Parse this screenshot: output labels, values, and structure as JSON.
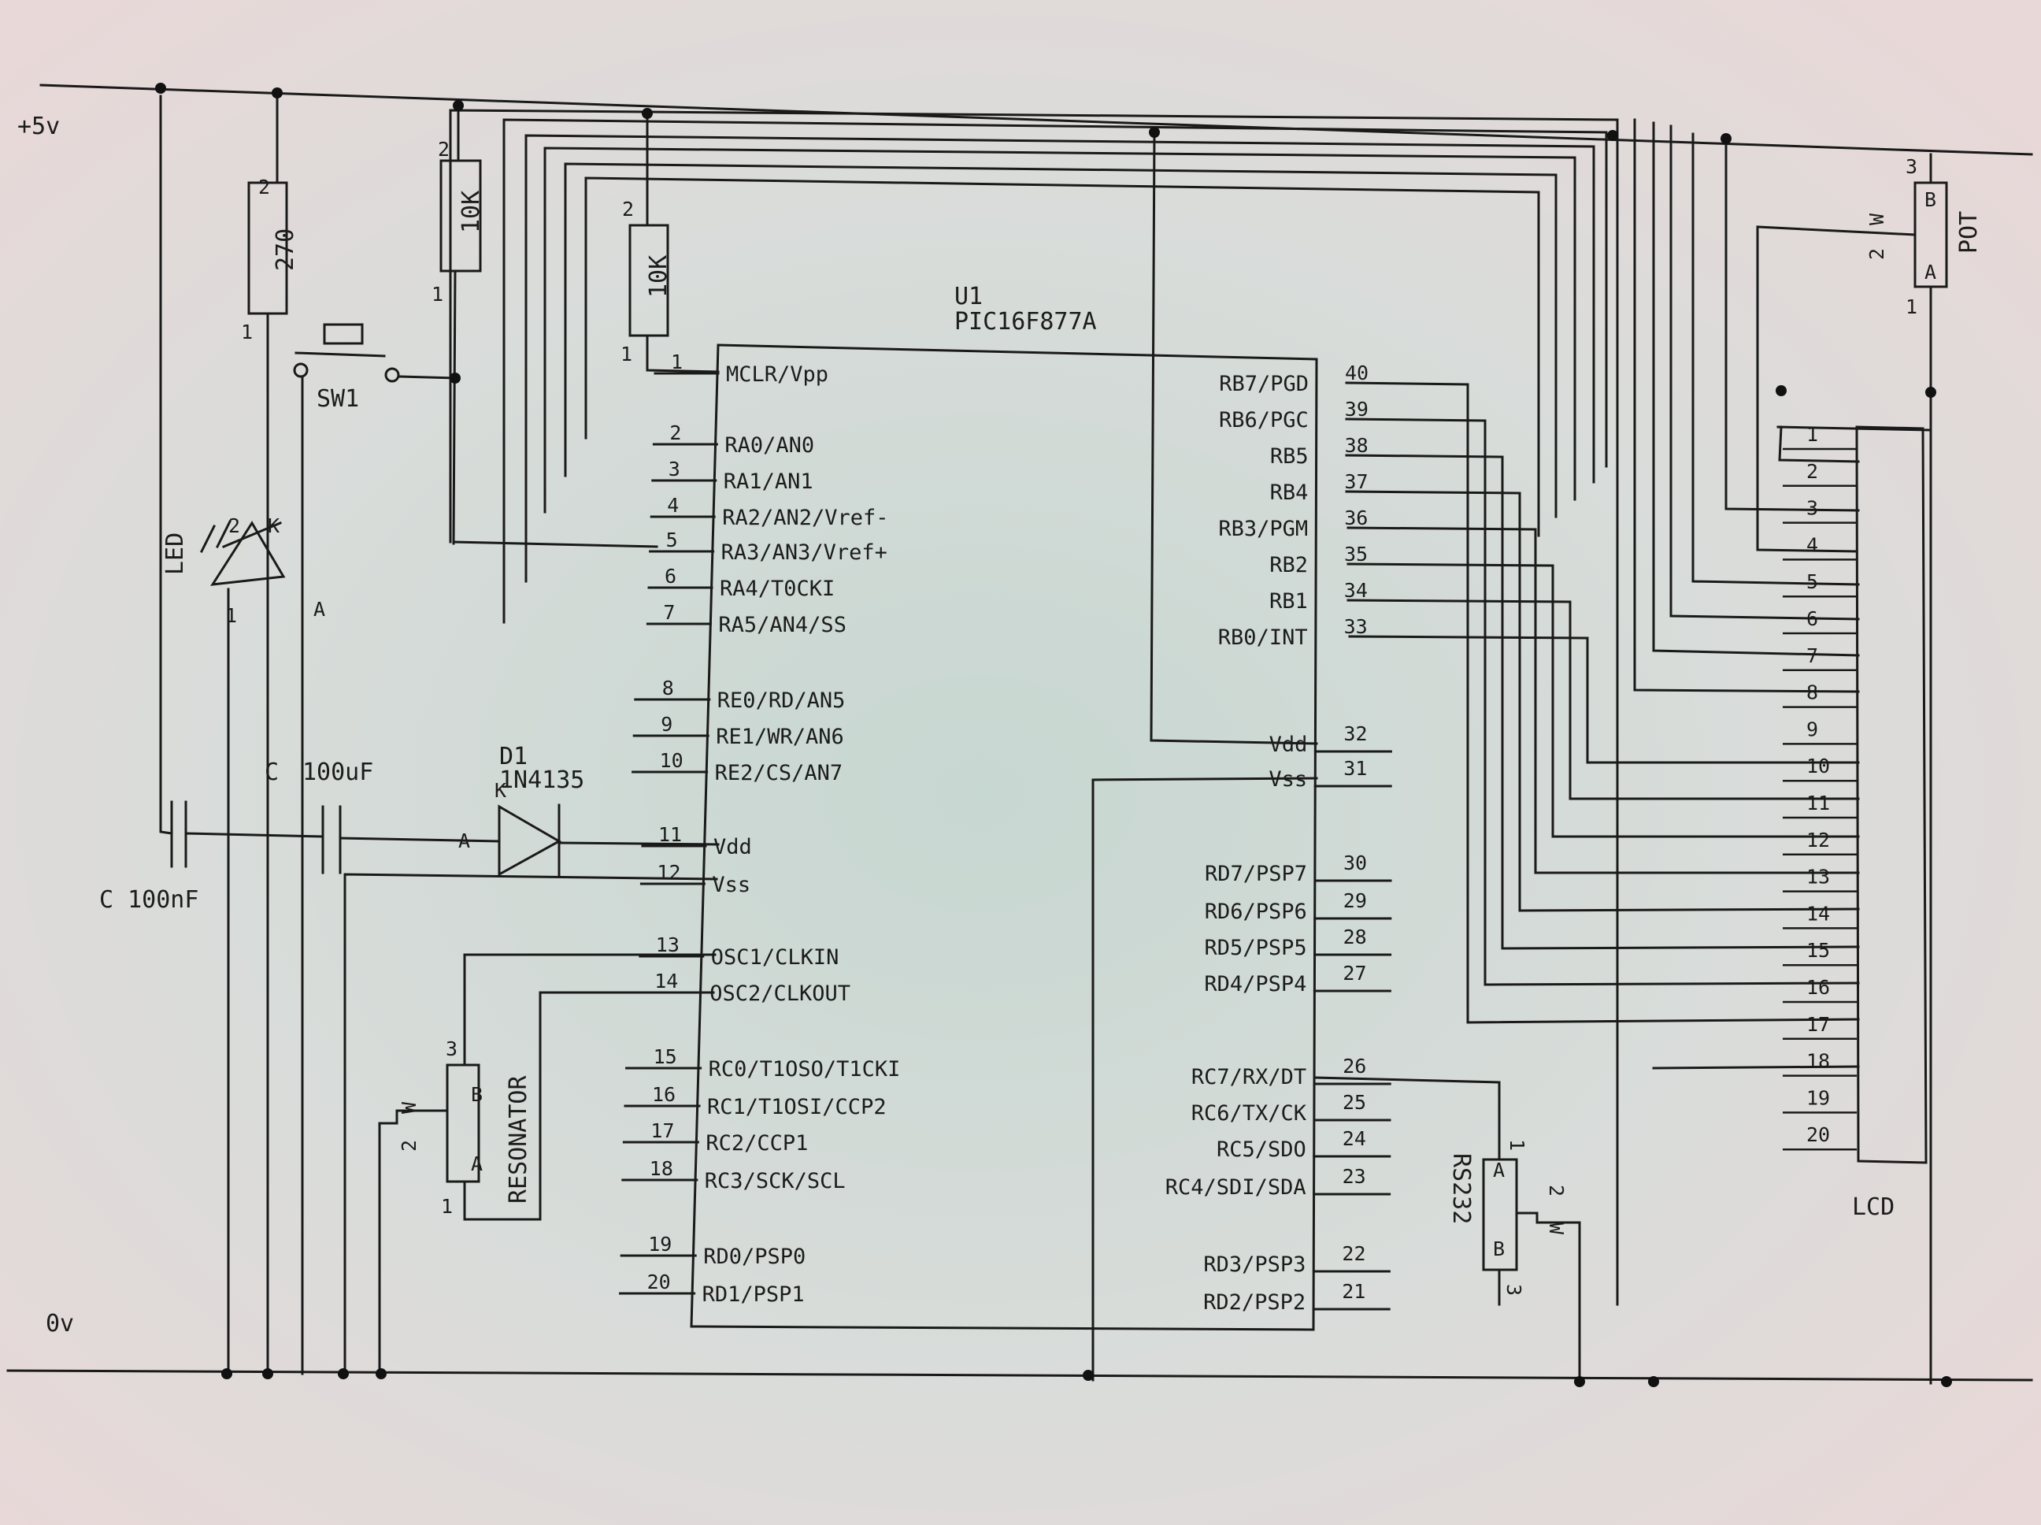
{
  "rails": {
    "vcc": "+5v",
    "gnd": "0v"
  },
  "ic": {
    "ref": "U1",
    "part": "PIC16F877A"
  },
  "left_pins": [
    {
      "num": "1",
      "name": "MCLR/Vpp"
    },
    {
      "num": "2",
      "name": "RA0/AN0"
    },
    {
      "num": "3",
      "name": "RA1/AN1"
    },
    {
      "num": "4",
      "name": "RA2/AN2/Vref-"
    },
    {
      "num": "5",
      "name": "RA3/AN3/Vref+"
    },
    {
      "num": "6",
      "name": "RA4/T0CKI"
    },
    {
      "num": "7",
      "name": "RA5/AN4/SS"
    },
    {
      "num": "8",
      "name": "RE0/RD/AN5"
    },
    {
      "num": "9",
      "name": "RE1/WR/AN6"
    },
    {
      "num": "10",
      "name": "RE2/CS/AN7"
    },
    {
      "num": "11",
      "name": "Vdd"
    },
    {
      "num": "12",
      "name": "Vss"
    },
    {
      "num": "13",
      "name": "OSC1/CLKIN"
    },
    {
      "num": "14",
      "name": "OSC2/CLKOUT"
    },
    {
      "num": "15",
      "name": "RC0/T1OSO/T1CKI"
    },
    {
      "num": "16",
      "name": "RC1/T1OSI/CCP2"
    },
    {
      "num": "17",
      "name": "RC2/CCP1"
    },
    {
      "num": "18",
      "name": "RC3/SCK/SCL"
    },
    {
      "num": "19",
      "name": "RD0/PSP0"
    },
    {
      "num": "20",
      "name": "RD1/PSP1"
    }
  ],
  "right_pins": [
    {
      "num": "40",
      "name": "RB7/PGD"
    },
    {
      "num": "39",
      "name": "RB6/PGC"
    },
    {
      "num": "38",
      "name": "RB5"
    },
    {
      "num": "37",
      "name": "RB4"
    },
    {
      "num": "36",
      "name": "RB3/PGM"
    },
    {
      "num": "35",
      "name": "RB2"
    },
    {
      "num": "34",
      "name": "RB1"
    },
    {
      "num": "33",
      "name": "RB0/INT"
    },
    {
      "num": "32",
      "name": "Vdd"
    },
    {
      "num": "31",
      "name": "Vss"
    },
    {
      "num": "30",
      "name": "RD7/PSP7"
    },
    {
      "num": "29",
      "name": "RD6/PSP6"
    },
    {
      "num": "28",
      "name": "RD5/PSP5"
    },
    {
      "num": "27",
      "name": "RD4/PSP4"
    },
    {
      "num": "26",
      "name": "RC7/RX/DT"
    },
    {
      "num": "25",
      "name": "RC6/TX/CK"
    },
    {
      "num": "24",
      "name": "RC5/SDO"
    },
    {
      "num": "23",
      "name": "RC4/SDI/SDA"
    },
    {
      "num": "22",
      "name": "RD3/PSP3"
    },
    {
      "num": "21",
      "name": "RD2/PSP2"
    }
  ],
  "lcd": {
    "label": "LCD",
    "pins": [
      "1",
      "2",
      "3",
      "4",
      "5",
      "6",
      "7",
      "8",
      "9",
      "10",
      "11",
      "12",
      "13",
      "14",
      "15",
      "16",
      "17",
      "18",
      "19",
      "20"
    ]
  },
  "components": {
    "r_led": {
      "value": "270",
      "pin_top": "2",
      "pin_bottom": "1"
    },
    "r_sw": {
      "value": "10K",
      "pin_top": "2",
      "pin_bottom": "1"
    },
    "r_mclr": {
      "value": "10K",
      "pin_top": "2",
      "pin_bottom": "1"
    },
    "switch": {
      "ref": "SW1"
    },
    "led": {
      "label": "LED",
      "pin_k_num": "2",
      "pin_k": "K",
      "pin_a_num": "1",
      "pin_a": "A"
    },
    "cap_small": {
      "label": "C 100nF"
    },
    "cap_big": {
      "label": "C",
      "value": "100uF"
    },
    "diode": {
      "ref": "D1",
      "part": "1N4135",
      "k": "K",
      "a": "A"
    },
    "pot": {
      "label": "POT",
      "a": "A",
      "b": "B",
      "w": "W",
      "p1": "1",
      "p2": "2",
      "p3": "3"
    },
    "resonator": {
      "label": "RESONATOR",
      "a": "A",
      "b": "B",
      "w": "W",
      "p1": "1",
      "p2": "2",
      "p3": "3"
    },
    "rs232": {
      "label": "RS232",
      "a": "A",
      "b": "B",
      "w": "W",
      "p1": "1",
      "p2": "2",
      "p3": "3"
    }
  }
}
